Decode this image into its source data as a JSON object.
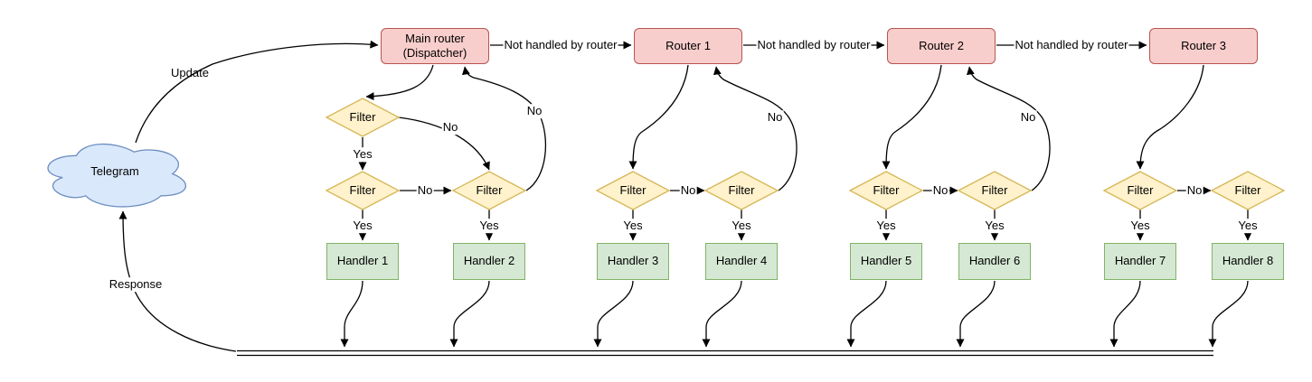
{
  "diagram": {
    "cloud": {
      "label": "Telegram"
    },
    "routers": [
      {
        "label": "Main router (Dispatcher)"
      },
      {
        "label": "Router 1"
      },
      {
        "label": "Router 2"
      },
      {
        "label": "Router 3"
      }
    ],
    "filters": {
      "label": "Filter"
    },
    "handlers": [
      {
        "label": "Handler 1"
      },
      {
        "label": "Handler 2"
      },
      {
        "label": "Handler 3"
      },
      {
        "label": "Handler 4"
      },
      {
        "label": "Handler 5"
      },
      {
        "label": "Handler 6"
      },
      {
        "label": "Handler 7"
      },
      {
        "label": "Handler 8"
      }
    ],
    "edge_labels": {
      "update": "Update",
      "response": "Response",
      "not_handled": "Not handled by router",
      "yes": "Yes",
      "no": "No"
    },
    "colors": {
      "router-fill": "#f8cecc",
      "router-stroke": "#b85450",
      "filter-fill": "#fff2cc",
      "filter-stroke": "#d6b656",
      "handler-fill": "#d5e8d4",
      "handler-stroke": "#82b366",
      "cloud-fill": "#dae8fc",
      "cloud-stroke": "#6c8ebf",
      "edge-stroke": "#000000",
      "background": "#ffffff"
    }
  }
}
